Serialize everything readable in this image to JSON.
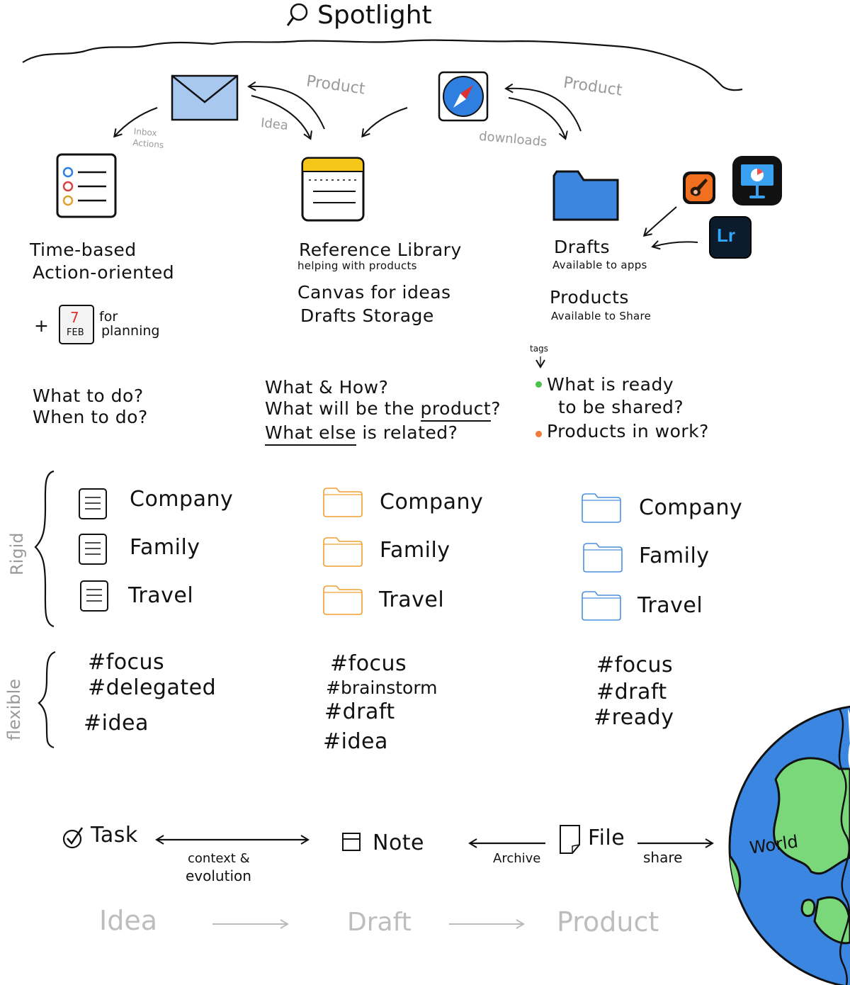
{
  "title": "Spotlight",
  "arrow_labels": {
    "product_1": "Product",
    "product_2": "Product",
    "idea": "Idea",
    "inbox_actions": "Inbox\nActions",
    "downloads": "downloads"
  },
  "columns": {
    "tasks": {
      "line1": "Time-based",
      "line2": "Action-oriented",
      "plus": "+",
      "calendar_day": "7",
      "calendar_month": "FEB",
      "planning_1": "for",
      "planning_2": "planning",
      "q1": "What to do?",
      "q2": "When to do?",
      "rigid": [
        "Company",
        "Family",
        "Travel"
      ],
      "flexible": [
        "#focus",
        "#delegated",
        "#idea"
      ]
    },
    "notes": {
      "line1": "Reference Library",
      "sub1": "helping with products",
      "line2": "Canvas for ideas",
      "line3": "Drafts Storage",
      "q1": "What & How?",
      "q2_a": "What will be the",
      "q2_b": "product",
      "q2_c": "?",
      "q3_a": "What else",
      "q3_b": "is related?",
      "rigid": [
        "Company",
        "Family",
        "Travel"
      ],
      "flexible": [
        "#focus",
        "#brainstorm",
        "#draft",
        "#idea"
      ]
    },
    "files": {
      "line1": "Drafts",
      "sub1": "Available to apps",
      "line2": "Products",
      "sub2": "Available to Share",
      "tags_label": "tags",
      "q1_a": "What is ready",
      "q1_b": "to be shared?",
      "q2": "Products in work?",
      "rigid": [
        "Company",
        "Family",
        "Travel"
      ],
      "flexible": [
        "#focus",
        "#draft",
        "#ready"
      ]
    }
  },
  "lr_label": "Lr",
  "side_labels": {
    "rigid": "Rigid",
    "flexible": "flexible"
  },
  "flow": {
    "task": "Task",
    "note": "Note",
    "file": "File",
    "context_1": "context &",
    "context_2": "evolution",
    "archive": "Archive",
    "share": "share",
    "world": "World"
  },
  "bottom_flow": [
    "Idea",
    "Draft",
    "Product"
  ],
  "colors": {
    "mail": "#a8c8f0",
    "safari": "#2f7fe0",
    "folder": "#3d86e0",
    "notes_yellow": "#f5c518",
    "orange_folder": "#f0a030",
    "blue_folder": "#4a90e2",
    "green_dot": "#4cc24c",
    "orange_dot": "#f07a3a",
    "globe_ocean": "#3a86e0",
    "globe_land": "#7ad77a"
  }
}
